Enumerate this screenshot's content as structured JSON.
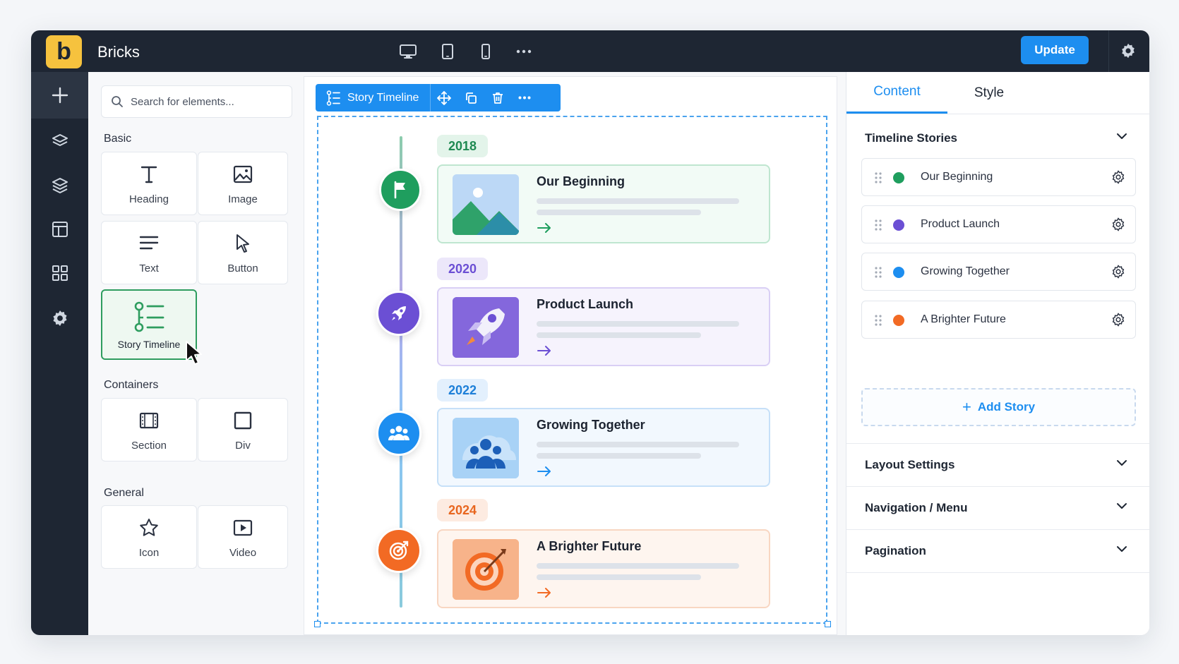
{
  "app": {
    "title": "Bricks",
    "logo_letter": "b"
  },
  "topbar": {
    "devices": [
      "desktop-icon",
      "tablet-icon",
      "mobile-icon",
      "more-icon"
    ],
    "update_label": "Update"
  },
  "rail": {
    "items": [
      "add-icon",
      "layers-icon",
      "stack-icon",
      "template-icon",
      "grid-icon",
      "settings-icon"
    ]
  },
  "elements_panel": {
    "search_placeholder": "Search for elements...",
    "groups": {
      "basic": "Basic",
      "containers": "Containers",
      "general": "General"
    },
    "tiles": {
      "heading": "Heading",
      "image": "Image",
      "text": "Text",
      "button": "Button",
      "story_timeline": "Story Timeline",
      "section": "Section",
      "div": "Div",
      "icon": "Icon",
      "video": "Video"
    }
  },
  "canvas": {
    "selected_element": "Story Timeline",
    "stories": [
      {
        "year": "2018",
        "title": "Our Beginning",
        "color": "#1f9e5e"
      },
      {
        "year": "2020",
        "title": "Product Launch",
        "color": "#6b4fd4"
      },
      {
        "year": "2022",
        "title": "Growing Together",
        "color": "#1d8ef0"
      },
      {
        "year": "2024",
        "title": "A Brighter Future",
        "color": "#f26a24"
      }
    ]
  },
  "properties": {
    "tabs": [
      "Content",
      "Style"
    ],
    "active_tab": "Content",
    "timeline_section": "Timeline Stories",
    "story_items": [
      {
        "label": "Our Beginning",
        "color": "#1f9e5e"
      },
      {
        "label": "Product Launch",
        "color": "#6b4fd4"
      },
      {
        "label": "Growing Together",
        "color": "#1d8ef0"
      },
      {
        "label": "A Brighter Future",
        "color": "#f26a24"
      }
    ],
    "add_story": "Add Story",
    "sections": [
      "Layout Settings",
      "Navigation / Menu",
      "Pagination"
    ]
  }
}
